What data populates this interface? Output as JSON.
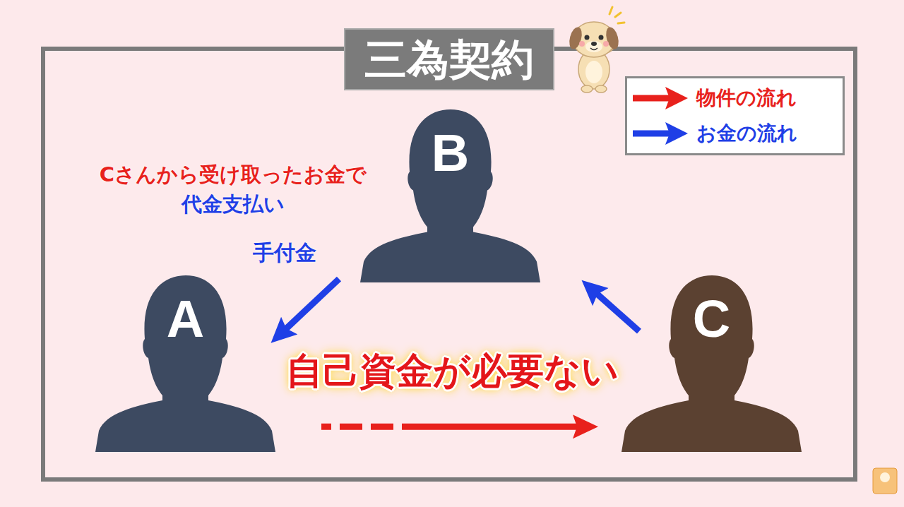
{
  "diagram": {
    "title": "三為契約",
    "nodes": [
      {
        "text": [
          "B"
        ]
      },
      {
        "text": [
          "A"
        ]
      },
      {
        "text": [
          "C"
        ]
      }
    ],
    "edges": [
      {
        "from": 0,
        "to": 1,
        "arrow": "to",
        "label": "手付金"
      },
      {
        "from": 2,
        "to": 0,
        "arrow": "to"
      },
      {
        "from": 1,
        "to": 2,
        "arrow": "to"
      }
    ],
    "labels": [
      "Cさんから受け取ったお金で",
      "代金支払い",
      "自己資金が必要ない"
    ],
    "legend": [
      {
        "text": "物件の流れ"
      },
      {
        "text": "お金の流れ"
      }
    ]
  }
}
